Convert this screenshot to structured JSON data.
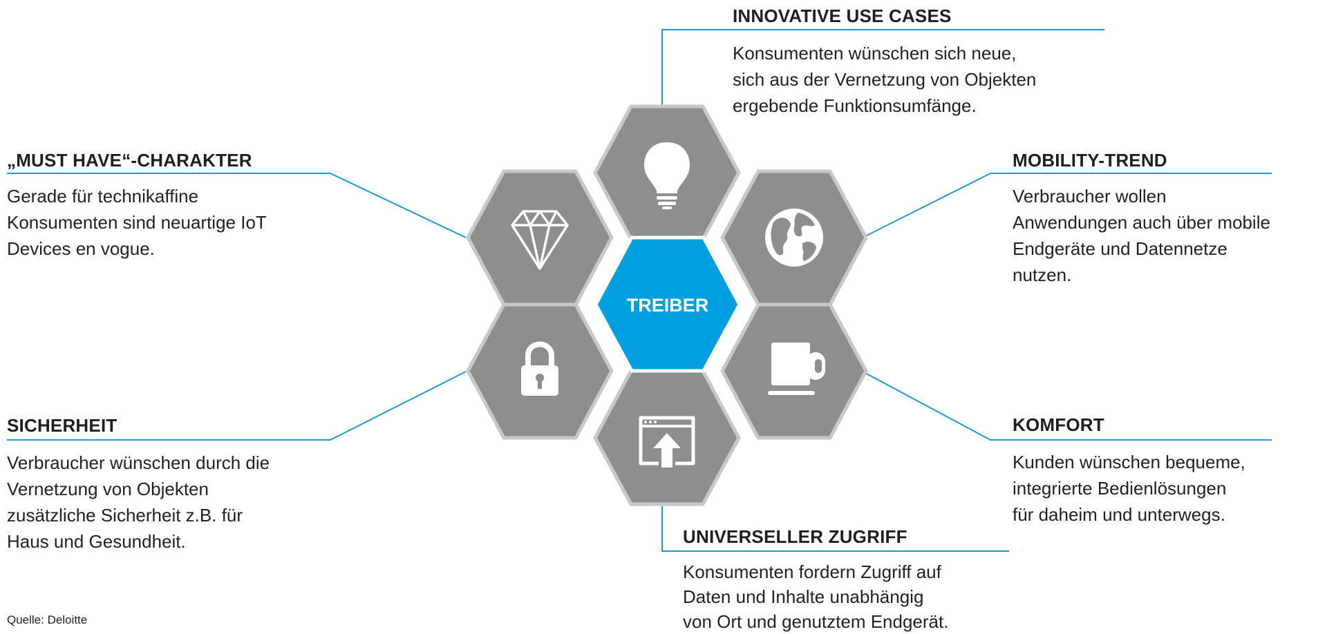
{
  "center": {
    "label": "TREIBER",
    "color": "#009fde"
  },
  "colors": {
    "hex_fill": "#8e8e8e",
    "hex_border": "#c8c8c8",
    "connector": "#1a9ad6",
    "icon": "#ffffff"
  },
  "hexes": [
    {
      "id": "innovative",
      "icon": "lightbulb-icon"
    },
    {
      "id": "mobility",
      "icon": "globe-icon"
    },
    {
      "id": "komfort",
      "icon": "coffee-mug-icon"
    },
    {
      "id": "zugriff",
      "icon": "browser-upload-icon"
    },
    {
      "id": "sicherheit",
      "icon": "padlock-icon"
    },
    {
      "id": "musthave",
      "icon": "diamond-icon"
    }
  ],
  "drivers": {
    "innovative": {
      "title": "INNOVATIVE USE CASES",
      "lines": [
        "Konsumenten wünschen sich neue,",
        "sich aus der Vernetzung von Objekten",
        "ergebende Funktionsumfänge."
      ]
    },
    "mobility": {
      "title": "MOBILITY-TREND",
      "lines": [
        "Verbraucher wollen",
        "Anwendungen auch über mobile",
        "Endgeräte und Datennetze",
        "nutzen."
      ]
    },
    "komfort": {
      "title": "KOMFORT",
      "lines": [
        "Kunden wünschen bequeme,",
        "integrierte Bedienlösungen",
        "für daheim und unterwegs."
      ]
    },
    "zugriff": {
      "title": "UNIVERSELLER ZUGRIFF",
      "lines": [
        "Konsumenten fordern Zugriff auf",
        "Daten und Inhalte unabhängig",
        "von Ort und genutztem Endgerät."
      ]
    },
    "sicherheit": {
      "title": "SICHERHEIT",
      "lines": [
        "Verbraucher wünschen durch die",
        "Vernetzung von Objekten",
        "zusätzliche Sicherheit z.B. für",
        "Haus und Gesundheit."
      ]
    },
    "musthave": {
      "title": "„MUST HAVE“-CHARAKTER",
      "lines": [
        "Gerade für technikaffine",
        "Konsumenten sind neuartige IoT",
        "Devices en vogue."
      ]
    }
  },
  "source": "Quelle: Deloitte"
}
